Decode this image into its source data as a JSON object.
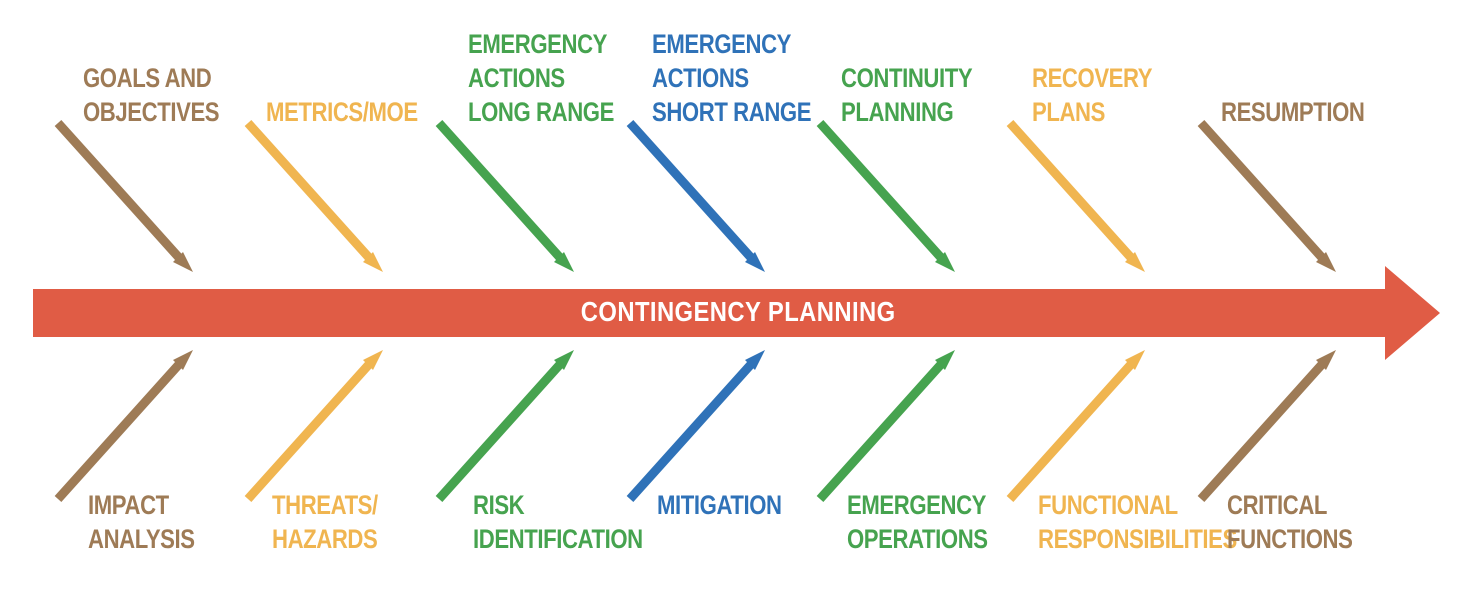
{
  "spine": {
    "label": "CONTINGENCY PLANNING",
    "color": "#e05c45"
  },
  "colors": {
    "brown": "#9e7b56",
    "yellow": "#f0b550",
    "green": "#46a34f",
    "blue": "#2f72b8"
  },
  "top_branches": [
    {
      "lines": [
        "GOALS AND",
        "OBJECTIVES"
      ],
      "color": "brown"
    },
    {
      "lines": [
        "METRICS/MOE"
      ],
      "color": "yellow"
    },
    {
      "lines": [
        "EMERGENCY",
        "ACTIONS",
        "LONG RANGE"
      ],
      "color": "green"
    },
    {
      "lines": [
        "EMERGENCY",
        "ACTIONS",
        "SHORT RANGE"
      ],
      "color": "blue"
    },
    {
      "lines": [
        "CONTINUITY",
        "PLANNING"
      ],
      "color": "green"
    },
    {
      "lines": [
        "RECOVERY",
        "PLANS"
      ],
      "color": "yellow"
    },
    {
      "lines": [
        "RESUMPTION"
      ],
      "color": "brown"
    }
  ],
  "bottom_branches": [
    {
      "lines": [
        "IMPACT",
        "ANALYSIS"
      ],
      "color": "brown"
    },
    {
      "lines": [
        "THREATS/",
        "HAZARDS"
      ],
      "color": "yellow"
    },
    {
      "lines": [
        "RISK",
        "IDENTIFICATION"
      ],
      "color": "green"
    },
    {
      "lines": [
        "MITIGATION"
      ],
      "color": "blue"
    },
    {
      "lines": [
        "EMERGENCY",
        "OPERATIONS"
      ],
      "color": "green"
    },
    {
      "lines": [
        "FUNCTIONAL",
        "RESPONSIBILITIES"
      ],
      "color": "yellow"
    },
    {
      "lines": [
        "CRITICAL",
        "FUNCTIONS"
      ],
      "color": "brown"
    }
  ]
}
